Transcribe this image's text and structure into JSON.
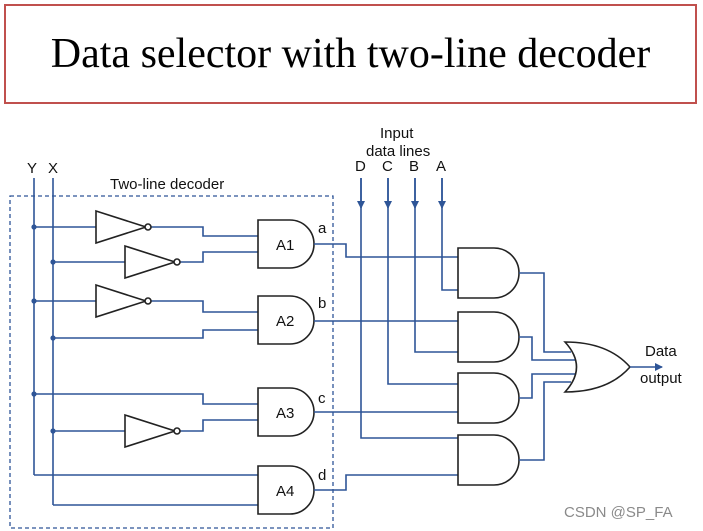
{
  "title": "Data selector with two-line decoder",
  "decoder_label": "Two-line decoder",
  "inputs": {
    "y": "Y",
    "x": "X"
  },
  "data_lines_label_1": "Input",
  "data_lines_label_2": "data lines",
  "data_lines": [
    "D",
    "C",
    "B",
    "A"
  ],
  "decoder_gates": [
    "A1",
    "A2",
    "A3",
    "A4"
  ],
  "decoder_outputs": [
    "a",
    "b",
    "c",
    "d"
  ],
  "output_label_1": "Data",
  "output_label_2": "output",
  "watermark": "CSDN @SP_FA",
  "colors": {
    "wire": "#2e5597",
    "title_border": "#c0504d"
  }
}
